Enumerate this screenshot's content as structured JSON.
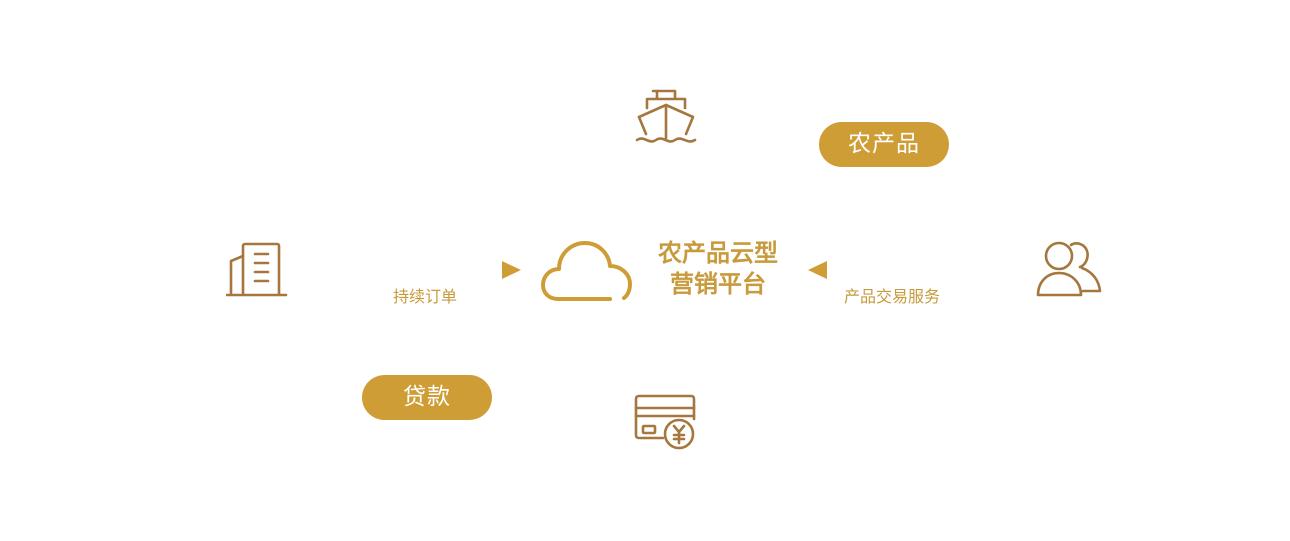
{
  "center": {
    "line1": "农产品云型",
    "line2": "营销平台"
  },
  "badges": {
    "top_right": "农产品",
    "bottom_left": "贷款"
  },
  "arrows": {
    "left_label": "持续订单",
    "right_label": "产品交易服务"
  },
  "icons": {
    "left": "building-icon",
    "top": "ship-icon",
    "right": "users-icon",
    "bottom": "payment-card-icon",
    "center": "cloud-icon"
  },
  "colors": {
    "icon_brown": "#a5773f",
    "accent_gold": "#cf9d35",
    "text_gold": "#c79a3c"
  }
}
